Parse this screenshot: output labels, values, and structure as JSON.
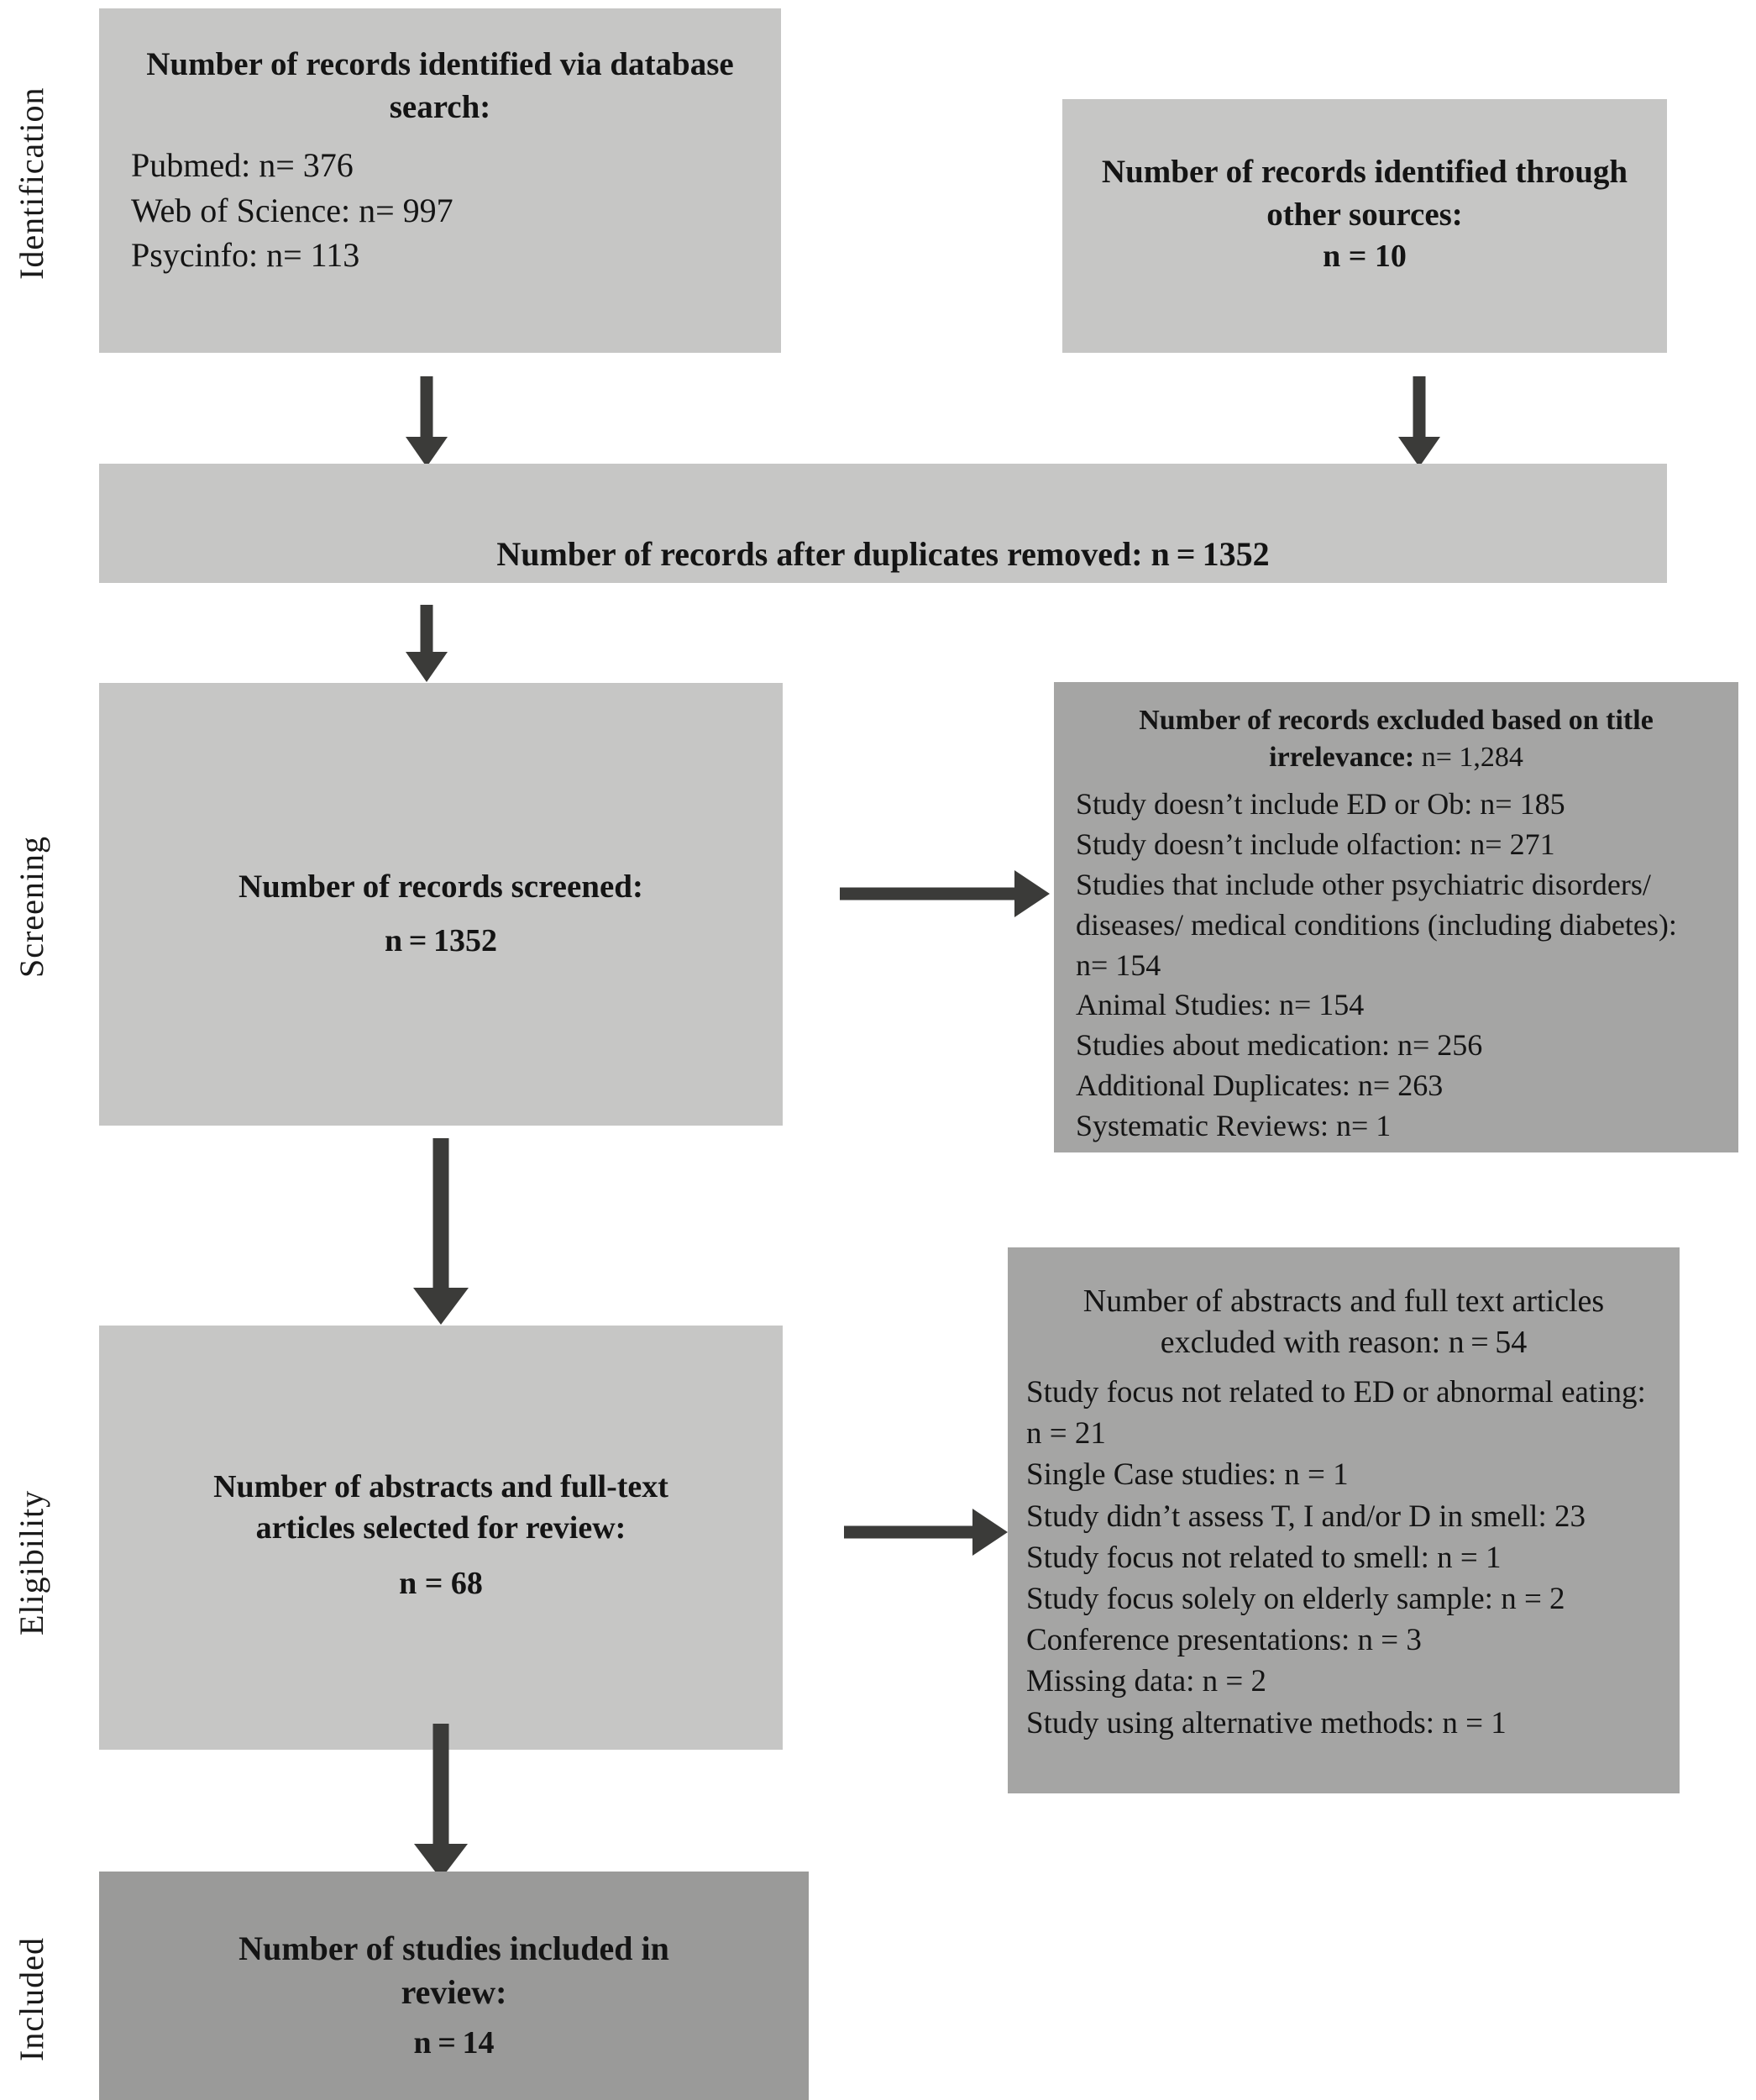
{
  "diagram": {
    "type": "prisma-flow-diagram",
    "stages": [
      {
        "id": "identification",
        "label": "Identification"
      },
      {
        "id": "screening",
        "label": "Screening"
      },
      {
        "id": "eligibility",
        "label": "Eligibility"
      },
      {
        "id": "included",
        "label": "Included"
      }
    ],
    "colors": {
      "box_light": "#c6c6c5",
      "box_mid": "#a5a5a4",
      "box_dark": "#9a9a99",
      "arrow": "#3b3b39",
      "text": "#141414",
      "background": "#ffffff"
    },
    "identification": {
      "database_box": {
        "title": "Number of records identified via database search:",
        "sources": [
          "Pubmed: n= 376",
          "Web of Science: n= 997",
          "Psycinfo: n= 113"
        ]
      },
      "other_sources_box": {
        "title": "Number of records identified through other sources:",
        "count": "n = 10"
      }
    },
    "duplicates_bar": {
      "text": "Number of records after duplicates removed: n = 1352"
    },
    "screening": {
      "screened_box": {
        "title": "Number of records screened:",
        "count": "n = 1352"
      },
      "excluded_box": {
        "title_line1": "Number of records excluded based on title",
        "title_line2_bold": "irrelevance:",
        "title_line2_rest": " n= 1,284",
        "reasons": [
          "Study doesn’t include ED or Ob: n= 185",
          "Study doesn’t include olfaction: n= 271",
          "Studies that include other psychiatric disorders/ diseases/ medical conditions (including diabetes): n= 154",
          "Animal Studies: n= 154",
          "Studies about medication: n= 256",
          "Additional Duplicates: n= 263",
          "Systematic Reviews: n= 1"
        ]
      }
    },
    "eligibility": {
      "selected_box": {
        "title_line1": "Number of abstracts and full-text",
        "title_line2": "articles selected for review:",
        "count": "n =  68"
      },
      "excluded_box": {
        "title_line1": "Number of abstracts and full text articles",
        "title_line2": "excluded with reason: n = 54",
        "reasons": [
          "Study focus not related to ED or abnormal eating: n = 21",
          "Single Case studies: n = 1",
          "Study didn’t assess T, I and/or D in smell: 23",
          "Study focus not related to smell: n = 1",
          "Study focus solely on elderly sample: n = 2",
          "Conference presentations: n = 3",
          "Missing data: n = 2",
          "Study using alternative methods: n = 1"
        ]
      }
    },
    "included": {
      "box": {
        "title_line1": "Number of studies included in",
        "title_line2": "review:",
        "count": "n = 14"
      }
    },
    "arrows": [
      {
        "id": "identification-to-duplicates-left",
        "direction": "down"
      },
      {
        "id": "identification-to-duplicates-right",
        "direction": "down"
      },
      {
        "id": "duplicates-to-screened",
        "direction": "down"
      },
      {
        "id": "screened-to-title-excluded",
        "direction": "right"
      },
      {
        "id": "screened-to-selected",
        "direction": "down"
      },
      {
        "id": "selected-to-fulltext-excluded",
        "direction": "right"
      },
      {
        "id": "selected-to-included",
        "direction": "down"
      }
    ]
  }
}
